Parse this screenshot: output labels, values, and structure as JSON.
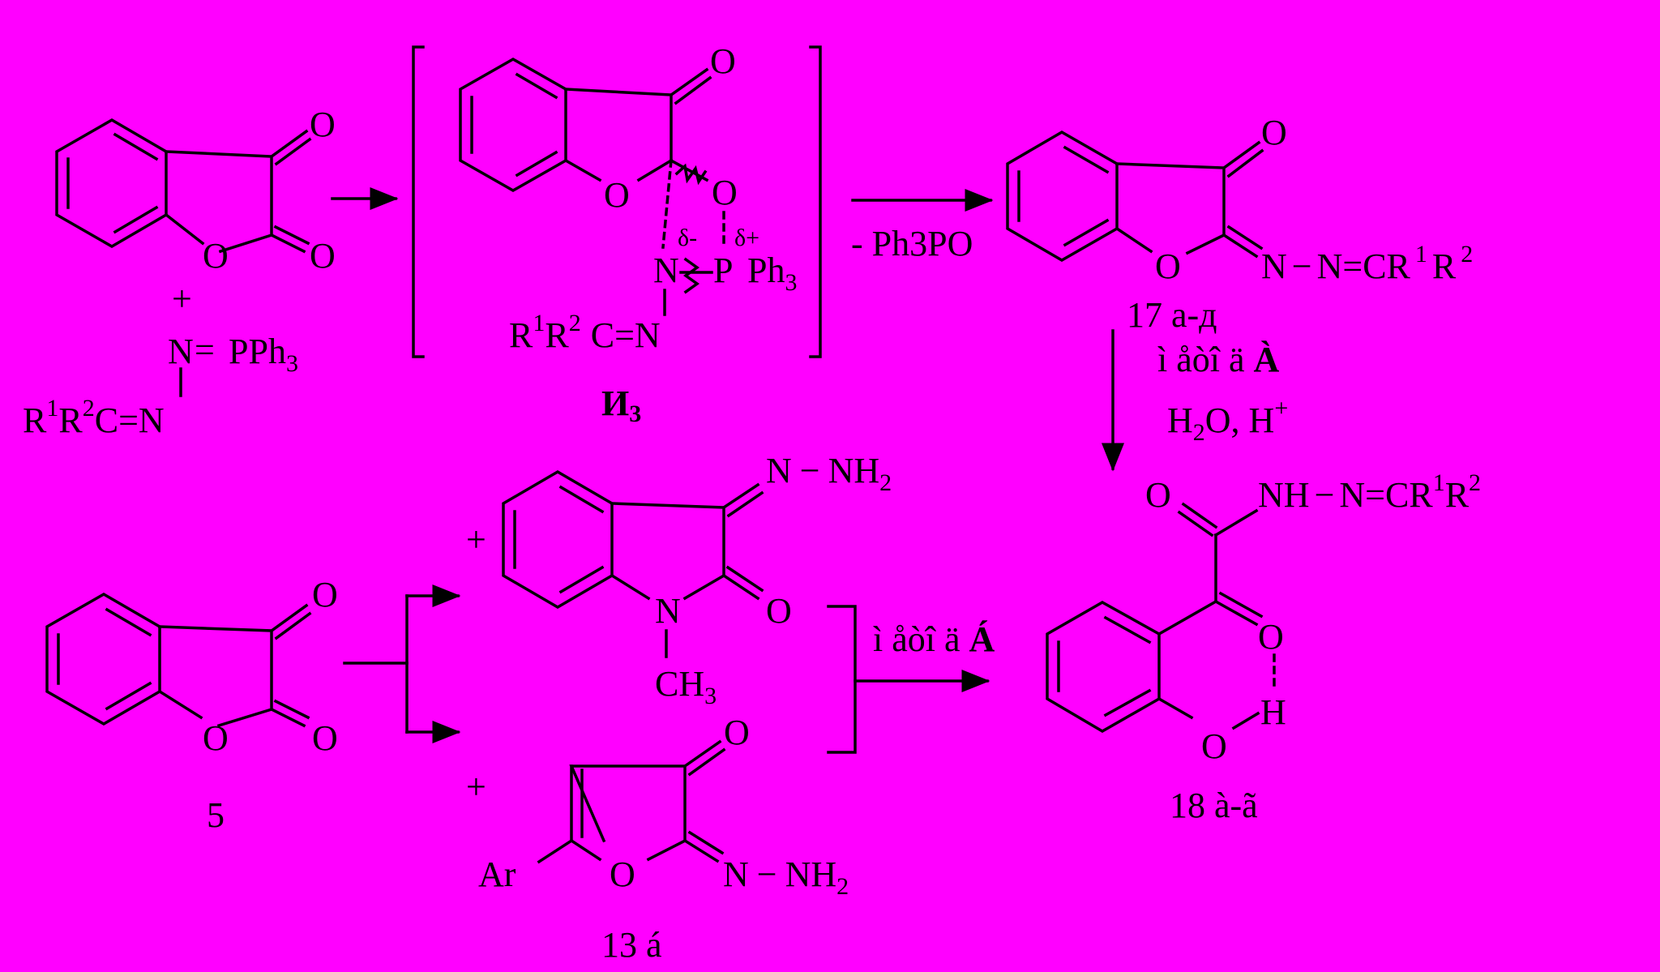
{
  "colors": {
    "background": "#FF00FF",
    "ink": "#000000"
  },
  "reactant_top": {
    "o_ketone": "O",
    "o_lactone": "O",
    "o_carbonyl": "O",
    "plus": "+",
    "n_ylide": "N",
    "eq_ylide": "=",
    "pph": "PPh",
    "pph_sub": "3",
    "r1": "R",
    "r1_sup": "1",
    "r2": "R",
    "r2_sup": "2",
    "c": "C",
    "eq_cn": "=",
    "n": "N"
  },
  "intermediate": {
    "o_ketone": "O",
    "o_ring": "O",
    "o_exo": "O",
    "delta_minus": "δ-",
    "delta_plus": "δ+",
    "n1": "N",
    "p": "P",
    "ph3": "Ph",
    "ph3_sub": "3",
    "r1": "R",
    "r1_sup": "1",
    "r2": "R",
    "r2_sup": "2",
    "c": "C",
    "eq": "=",
    "n2": "N",
    "label": "И",
    "label_sub": "3"
  },
  "arrow_top": {
    "below": "- Ph3PO"
  },
  "product_17": {
    "o_ketone": "O",
    "o_ring": "O",
    "n1": "N",
    "dash": "−",
    "n2": "N",
    "eq_cr": "=CR",
    "r1_sup": "1",
    "r2": "R",
    "r2_sup": "2",
    "label": "17 а-д"
  },
  "arrow_down": {
    "method": "ì åòî ä ",
    "method_letter": "À",
    "cond": "H",
    "cond_sub": "2",
    "cond_rest": "O, H",
    "cond_sup": "+"
  },
  "reactant_5": {
    "o_ketone": "O",
    "o_ring": "O",
    "o_carbonyl": "O",
    "label": "5"
  },
  "indolinone": {
    "plus": "+",
    "n_hyd": "N",
    "dash": "−",
    "nh": "NH",
    "nh_sub": "2",
    "n_ring": "N",
    "o": "O",
    "ch": "CH",
    "ch_sub": "3"
  },
  "furanone_13": {
    "plus": "+",
    "o_ketone": "O",
    "ar": "Ar",
    "o_ring": "O",
    "n": "N",
    "dash": "−",
    "nh": "NH",
    "nh_sub": "2",
    "label": "13 á"
  },
  "arrow_mid": {
    "method": "ì åòî ä ",
    "method_letter": "Á"
  },
  "product_18": {
    "o_amide": "O",
    "nh": "NH",
    "dash": "−",
    "n": "N",
    "eq_cr": "=CR",
    "r1_sup": "1",
    "r2": "R",
    "r2_sup": "2",
    "o_keto": "O",
    "h": "H",
    "o_phenol": "O",
    "label": "18 à-ã"
  }
}
